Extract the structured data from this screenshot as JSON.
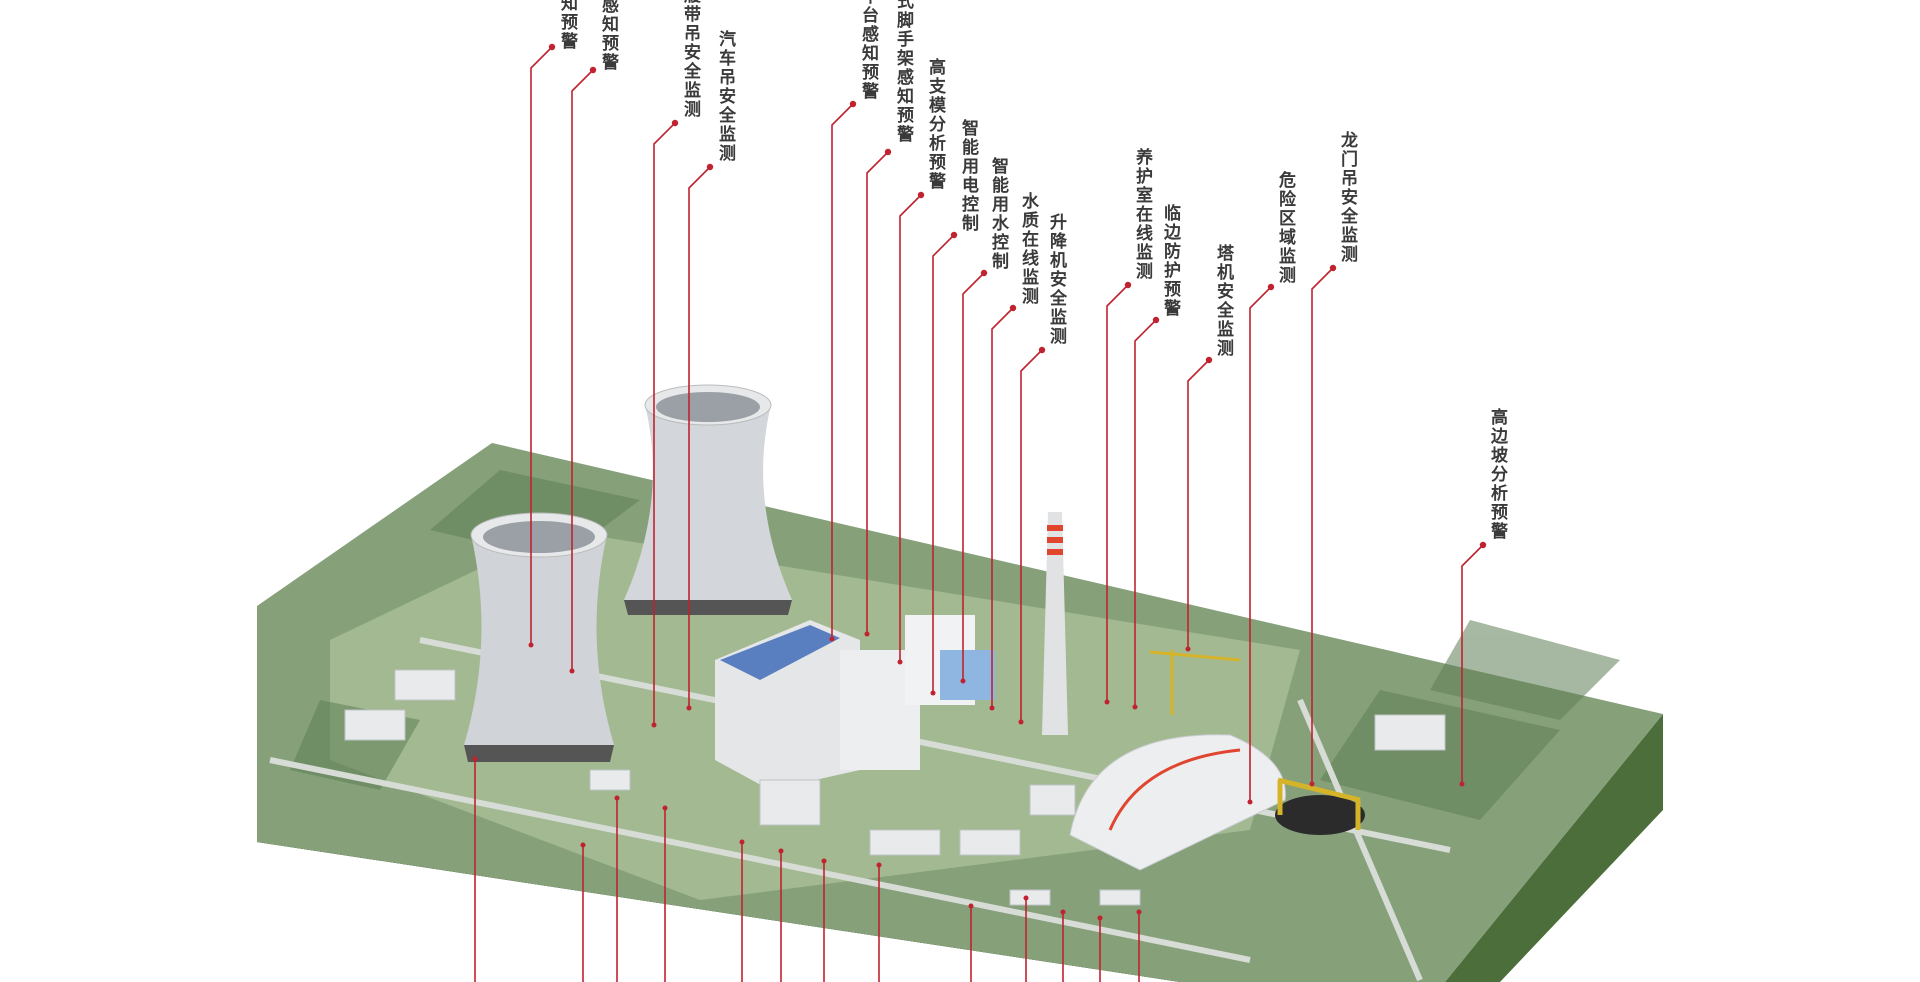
{
  "colors": {
    "callout_line": "#c0222f",
    "ground": "#7f9e72",
    "slab_side": "#4a6a3a",
    "label_text": "#3a3a3a"
  },
  "callouts_top": [
    {
      "label": "知预警"
    },
    {
      "label": "感知预警"
    },
    {
      "label": "履带吊安全监测"
    },
    {
      "label": "汽车吊安全监测"
    },
    {
      "label": "平台感知预警"
    },
    {
      "label": "着式脚手架感知预警"
    },
    {
      "label": "高支模分析预警"
    },
    {
      "label": "智能用电控制"
    },
    {
      "label": "智能用水控制"
    },
    {
      "label": "水质在线监测"
    },
    {
      "label": "升降机安全监测"
    },
    {
      "label": "养护室在线监测"
    },
    {
      "label": "临边防护预警"
    },
    {
      "label": "塔机安全监测"
    },
    {
      "label": "危险区域监测"
    },
    {
      "label": "龙门吊安全监测"
    },
    {
      "label": "高边坡分析预警"
    }
  ],
  "callouts_bottom_count": 13
}
